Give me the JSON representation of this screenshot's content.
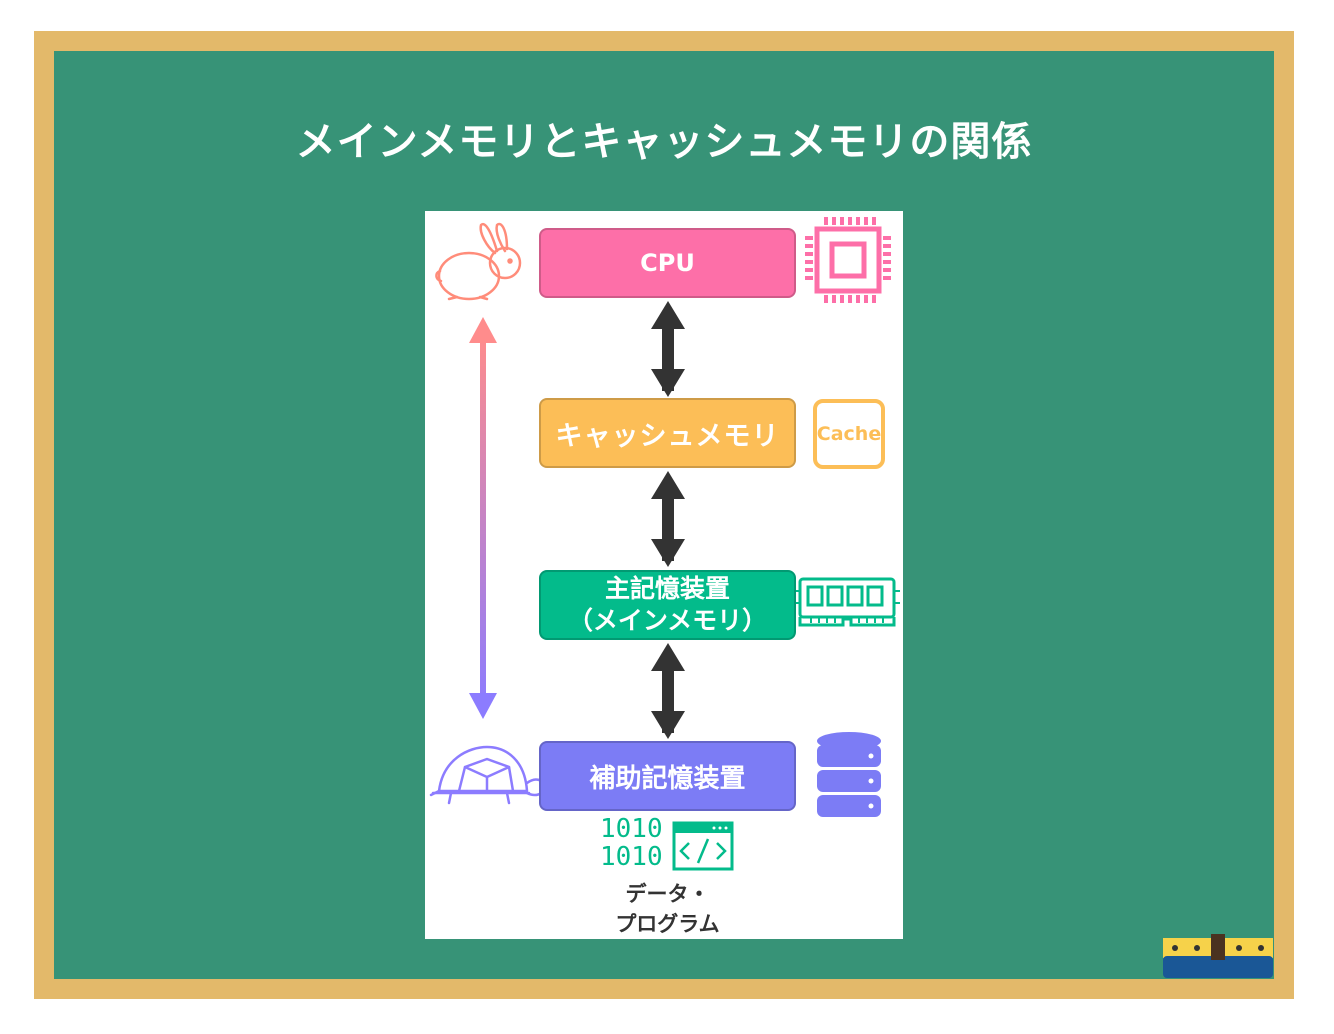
{
  "title": "メインメモリとキャッシュメモリの関係",
  "boxes": {
    "cpu": "CPU",
    "cache": "キャッシュメモリ",
    "main_line1": "主記憶装置",
    "main_line2": "（メインメモリ）",
    "aux": "補助記憶装置"
  },
  "icons": {
    "cache_label": "Cache",
    "binary_line1": "1010",
    "binary_line2": "1010",
    "code_glyph": "</>"
  },
  "data_caption": {
    "line1": "データ・",
    "line2": "プログラム"
  },
  "colors": {
    "board": "#379377",
    "frame": "#e3b96a",
    "cpu": "#fd6fa8",
    "cache": "#fcbe57",
    "main": "#03bb8b",
    "aux": "#7c7cf5",
    "speed_arrow_top": "#ff8c8c",
    "speed_arrow_bottom": "#8c7cff"
  },
  "icon_names": [
    "rabbit-icon",
    "turtle-icon",
    "cpu-chip-icon",
    "cache-icon",
    "memory-module-icon",
    "database-icon",
    "binary-icon",
    "code-window-icon",
    "book-icon"
  ]
}
